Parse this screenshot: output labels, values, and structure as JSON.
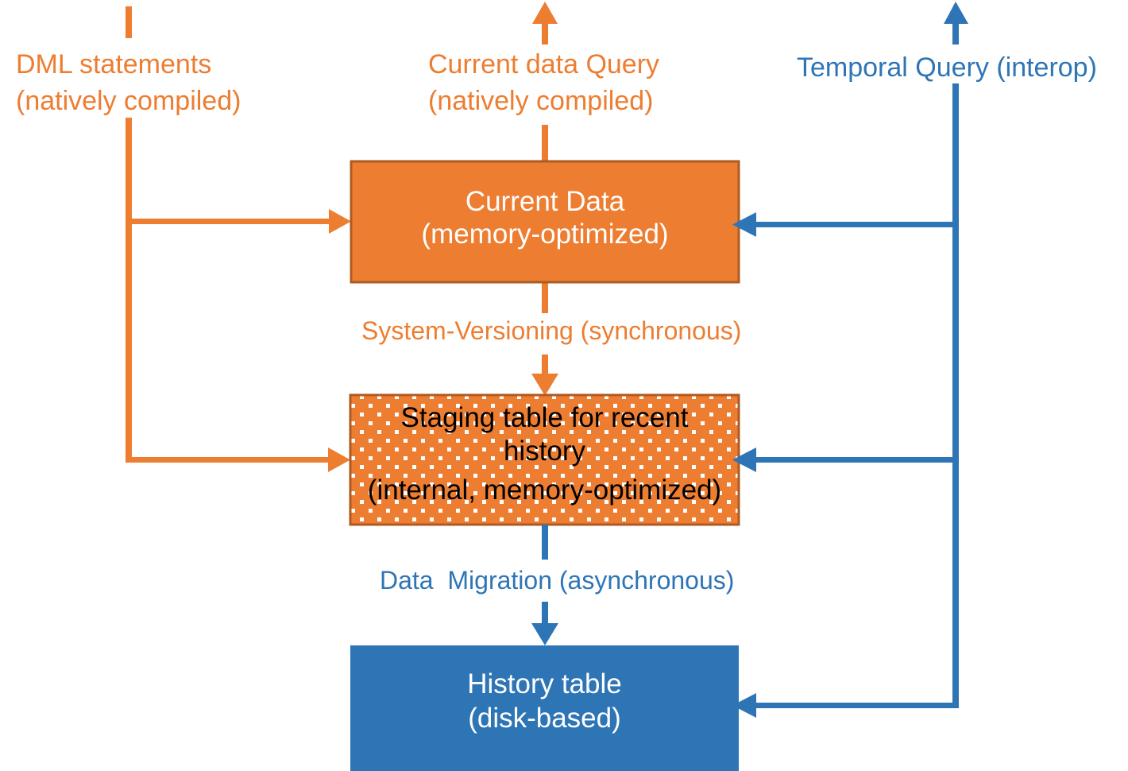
{
  "diagram": {
    "title": "SQL Server temporal memory-optimized table architecture",
    "background": "#FFFFFF",
    "colors": {
      "orange_fill": "#ED7D31",
      "orange_border": "#AE5A21",
      "orange_line": "#ED7D31",
      "orange_text": "#ED7D31",
      "blue_fill": "#2E75B6",
      "blue_line": "#2E75B6",
      "blue_text": "#2E75B6",
      "staging_dot": "#FFFFFF",
      "white_text": "#FFFFFF",
      "black_text": "#000000"
    },
    "nodes": [
      {
        "id": "current-data",
        "lines": [
          "Current Data",
          "(memory-optimized)"
        ],
        "fill": "#ED7D31",
        "text_color": "#FFFFFF",
        "pattern": "solid"
      },
      {
        "id": "staging-table",
        "lines": [
          "Staging table for recent",
          "history",
          "(internal, memory-optimized)"
        ],
        "fill": "#ED7D31",
        "text_color": "#000000",
        "pattern": "dotted"
      },
      {
        "id": "history-table",
        "lines": [
          "History table",
          "(disk-based)"
        ],
        "fill": "#2E75B6",
        "text_color": "#FFFFFF",
        "pattern": "solid"
      }
    ],
    "edge_labels": [
      {
        "id": "dml-statements",
        "lines": [
          "DML statements",
          "(natively compiled)"
        ],
        "color": "#ED7D31"
      },
      {
        "id": "current-data-query",
        "lines": [
          "Current data Query",
          "(natively compiled)"
        ],
        "color": "#ED7D31"
      },
      {
        "id": "temporal-query",
        "lines": [
          "Temporal Query (interop)"
        ],
        "color": "#2E75B6"
      },
      {
        "id": "system-versioning",
        "lines": [
          "System-Versioning (synchronous)"
        ],
        "color": "#ED7D31"
      },
      {
        "id": "data-migration",
        "lines": [
          "Data  Migration (asynchronous)"
        ],
        "color": "#2E75B6"
      }
    ],
    "connectors": [
      {
        "id": "dml-to-current-data",
        "color": "#ED7D31",
        "arrow": "right"
      },
      {
        "id": "dml-to-staging-table",
        "color": "#ED7D31",
        "arrow": "right"
      },
      {
        "id": "current-data-query-out",
        "color": "#ED7D31",
        "arrow": "up"
      },
      {
        "id": "system-versioning-flow",
        "color": "#ED7D31",
        "arrow": "down"
      },
      {
        "id": "data-migration-flow",
        "color": "#2E75B6",
        "arrow": "down"
      },
      {
        "id": "temporal-query-to-current-data",
        "color": "#2E75B6",
        "arrow": "left"
      },
      {
        "id": "temporal-query-to-staging-table",
        "color": "#2E75B6",
        "arrow": "left"
      },
      {
        "id": "temporal-query-to-history-table",
        "color": "#2E75B6",
        "arrow": "left"
      },
      {
        "id": "temporal-query-out",
        "color": "#2E75B6",
        "arrow": "up"
      }
    ]
  }
}
